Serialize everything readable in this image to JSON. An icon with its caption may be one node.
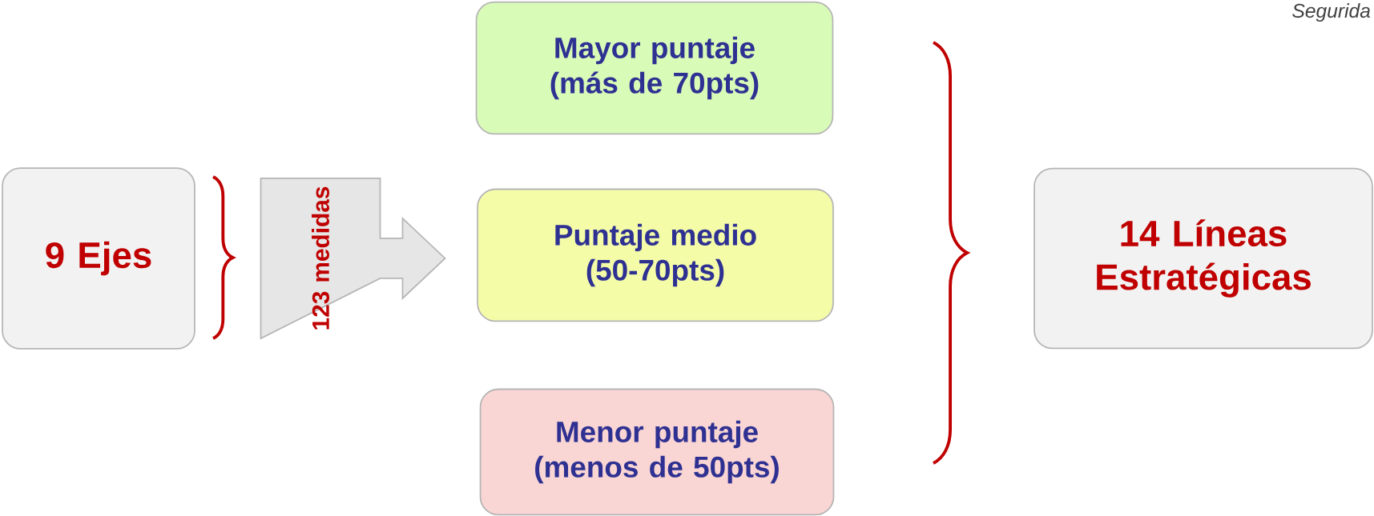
{
  "diagram": {
    "nodes": [
      {
        "text": [
          "9 Ejes"
        ]
      },
      {
        "text": [
          "123 medidas"
        ]
      },
      {
        "text": [
          "Mayor puntaje (más de 70pts)"
        ]
      },
      {
        "text": [
          "Puntaje medio (50-70pts)"
        ]
      },
      {
        "text": [
          "Menor puntaje (menos de 50pts)"
        ]
      },
      {
        "text": [
          "14 Líneas Estratégicas"
        ]
      }
    ],
    "labels": [
      "Segurida"
    ]
  }
}
